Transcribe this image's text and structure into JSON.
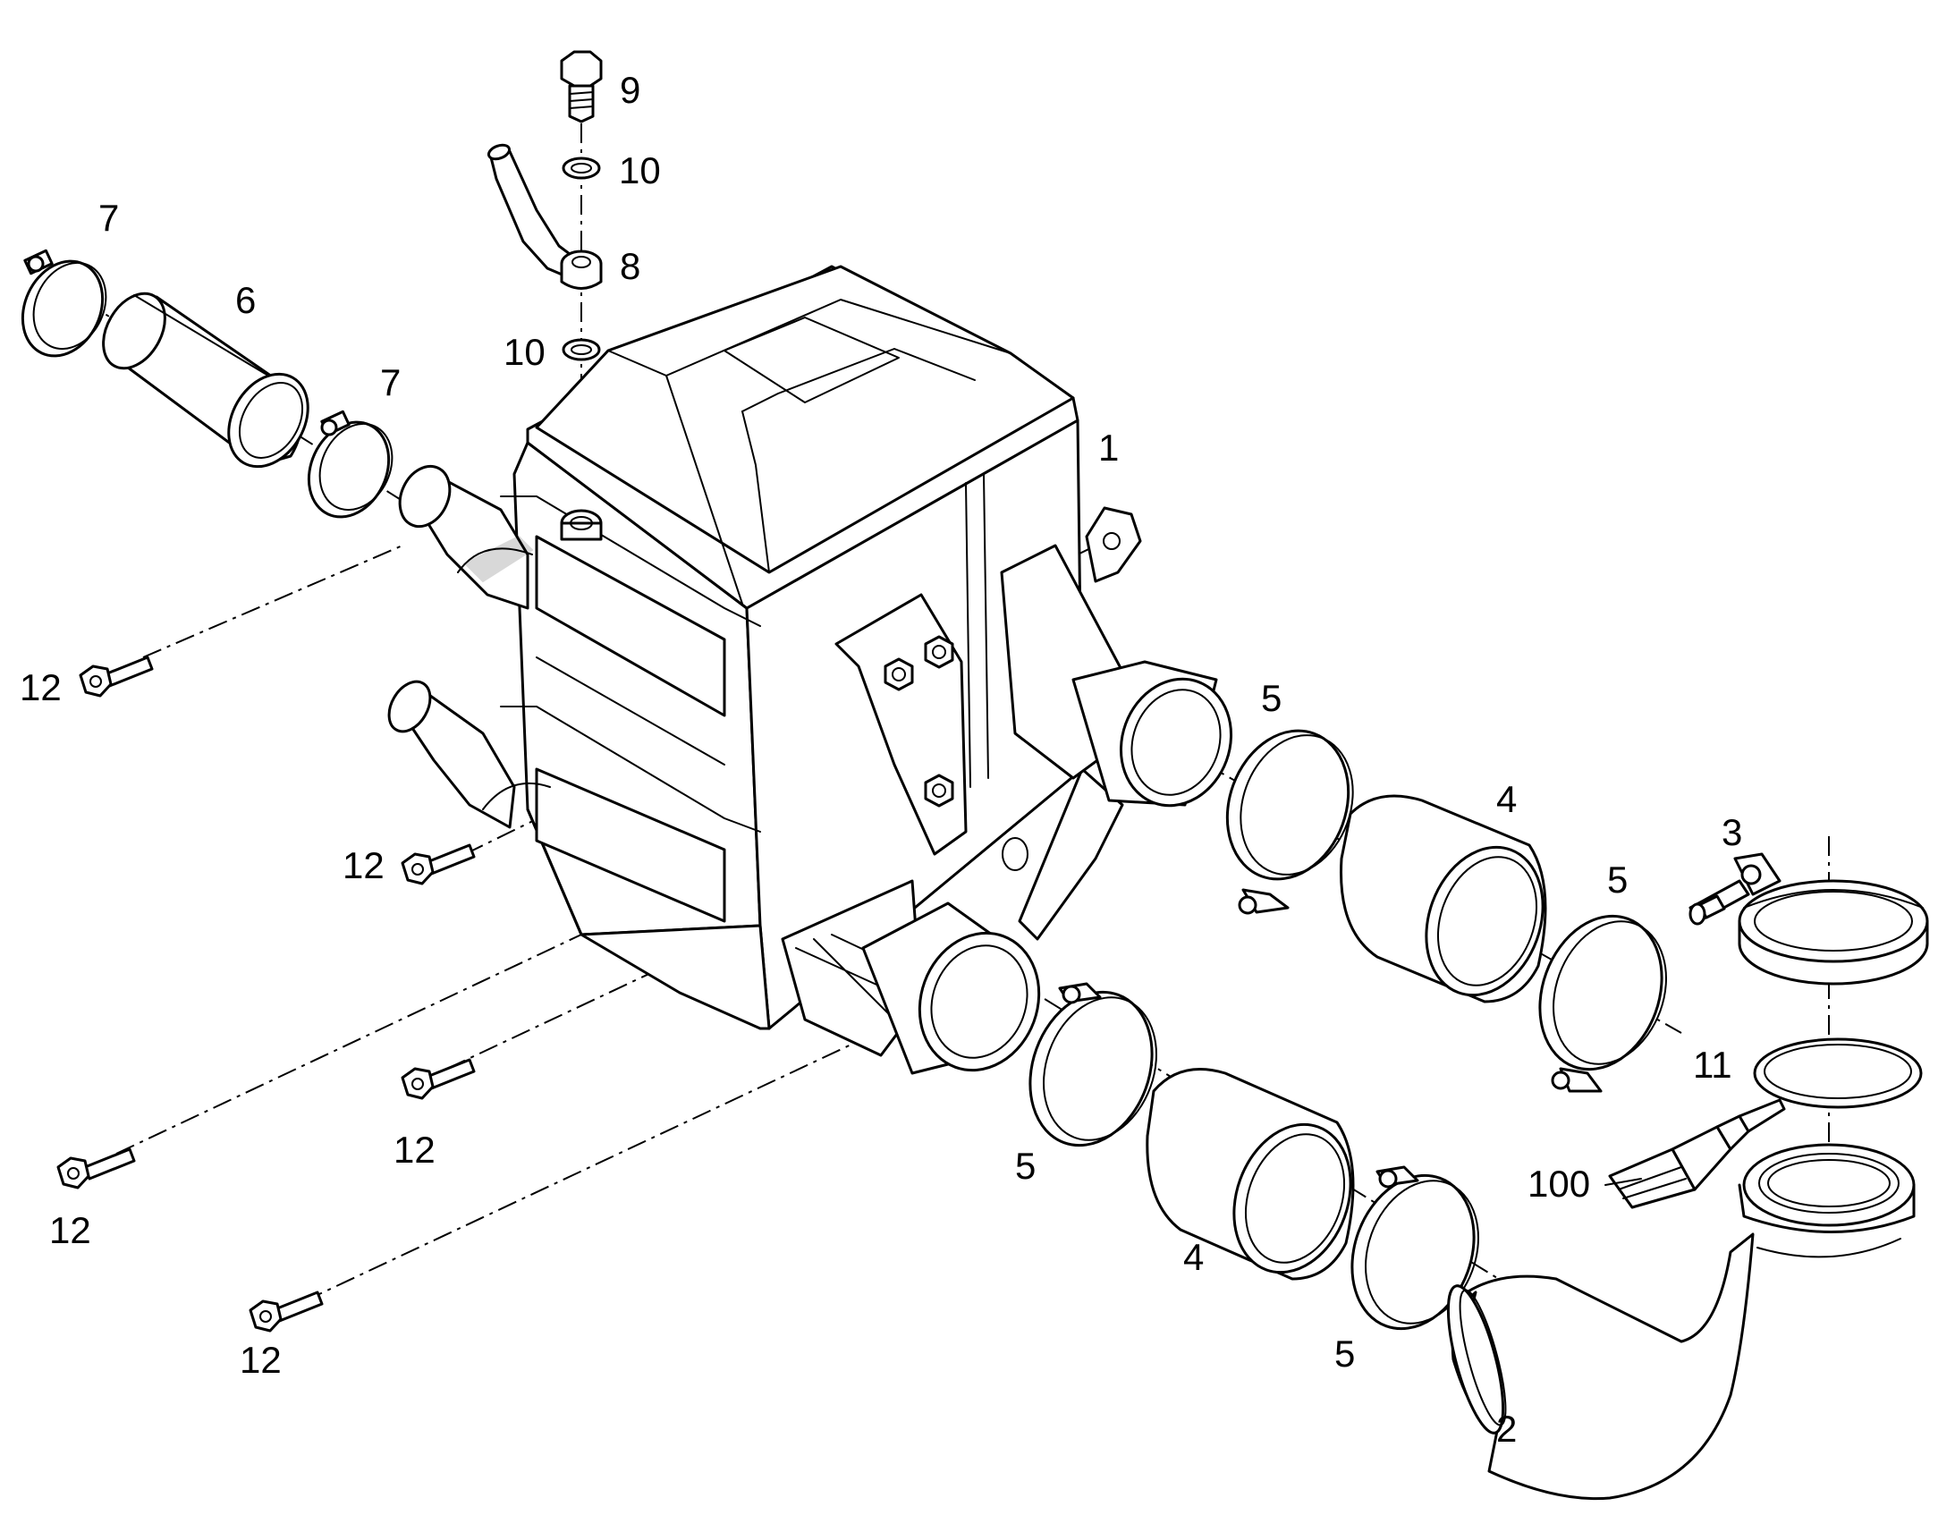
{
  "diagram": {
    "callouts": [
      {
        "id": "c9",
        "text": "9"
      },
      {
        "id": "c10a",
        "text": "10"
      },
      {
        "id": "c8",
        "text": "8"
      },
      {
        "id": "c10b",
        "text": "10"
      },
      {
        "id": "c7a",
        "text": "7"
      },
      {
        "id": "c6",
        "text": "6"
      },
      {
        "id": "c7b",
        "text": "7"
      },
      {
        "id": "c1",
        "text": "1"
      },
      {
        "id": "c12a",
        "text": "12"
      },
      {
        "id": "c12b",
        "text": "12"
      },
      {
        "id": "c12c",
        "text": "12"
      },
      {
        "id": "c12d",
        "text": "12"
      },
      {
        "id": "c12e",
        "text": "12"
      },
      {
        "id": "c5a",
        "text": "5"
      },
      {
        "id": "c4a",
        "text": "4"
      },
      {
        "id": "c5b",
        "text": "5"
      },
      {
        "id": "c3",
        "text": "3"
      },
      {
        "id": "c11",
        "text": "11"
      },
      {
        "id": "c100",
        "text": "100"
      },
      {
        "id": "c5c",
        "text": "5"
      },
      {
        "id": "c4b",
        "text": "4"
      },
      {
        "id": "c5d",
        "text": "5"
      },
      {
        "id": "c2",
        "text": "2"
      }
    ]
  }
}
